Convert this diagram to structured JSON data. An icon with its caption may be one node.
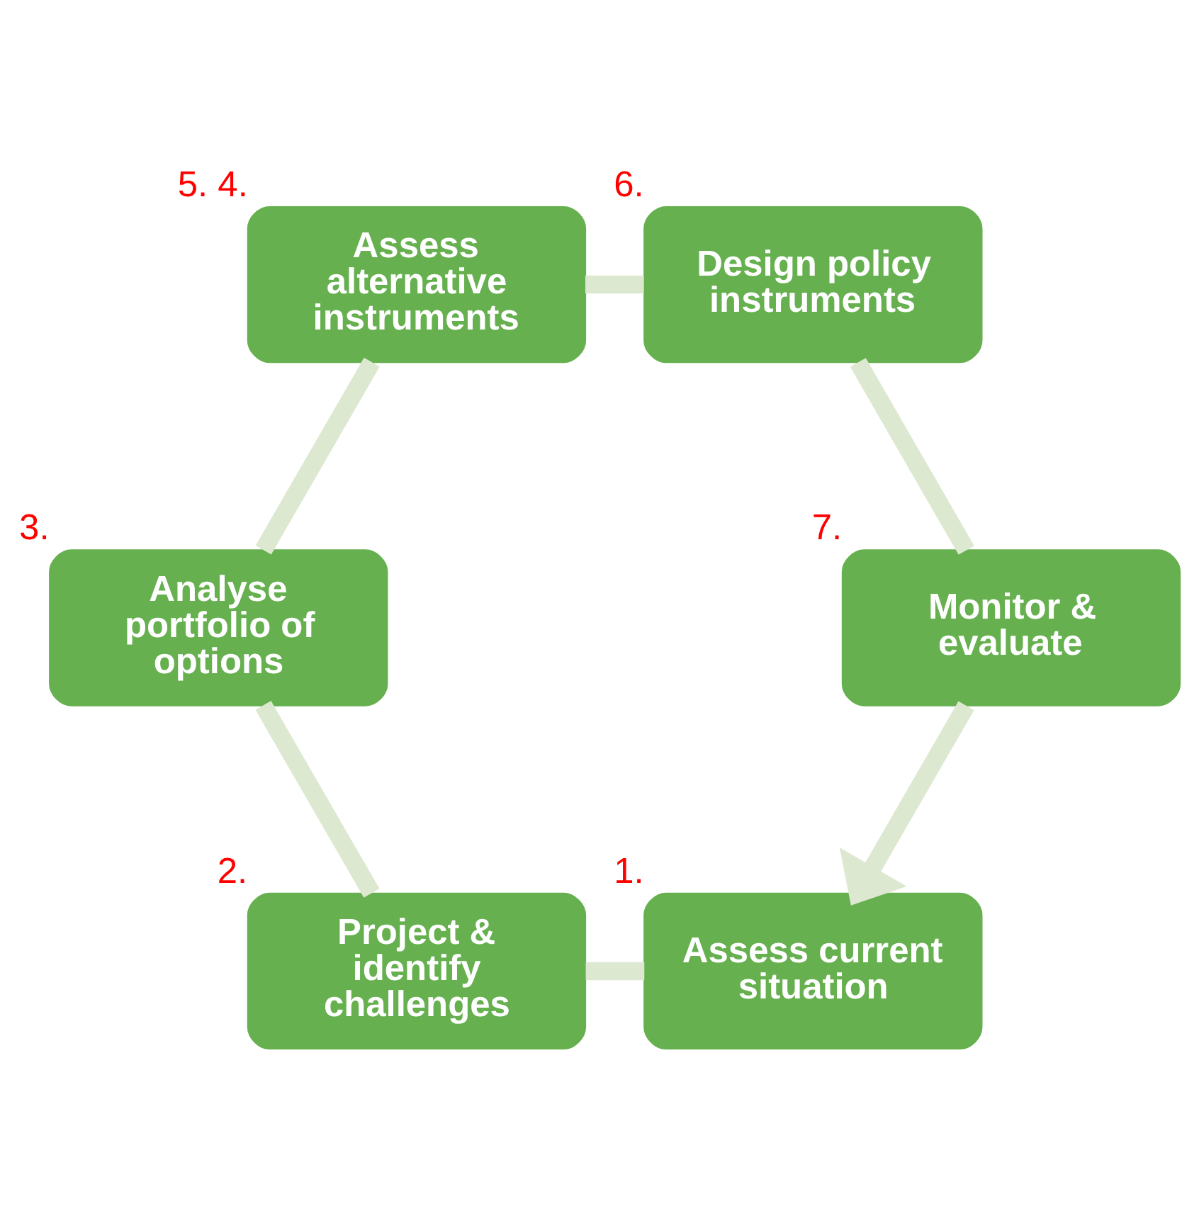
{
  "diagram": {
    "nodes": [
      {
        "text": [
          "Assess current situation"
        ],
        "beside": [
          "1."
        ]
      },
      {
        "text": [
          "Monitor & evaluate"
        ],
        "beside": [
          "7."
        ]
      },
      {
        "text": [
          "Project & identify challenges"
        ],
        "beside": [
          "2."
        ]
      },
      {
        "text": [
          "Design policy instruments"
        ],
        "beside": [
          "6."
        ]
      },
      {
        "text": [
          "Analyse portfolio of options"
        ],
        "beside": [
          "3."
        ]
      },
      {
        "text": [
          "Assess alternative instruments"
        ],
        "beside": [
          "5.",
          "4."
        ]
      }
    ],
    "edges": [
      {
        "from": 0,
        "to": 2,
        "arrow": "none"
      },
      {
        "from": 2,
        "to": 4,
        "arrow": "none"
      },
      {
        "from": 4,
        "to": 5,
        "arrow": "none"
      },
      {
        "from": 5,
        "to": 3,
        "arrow": "none"
      },
      {
        "from": 3,
        "to": 1,
        "arrow": "none"
      },
      {
        "from": 1,
        "to": 0,
        "arrow": "to"
      }
    ]
  }
}
